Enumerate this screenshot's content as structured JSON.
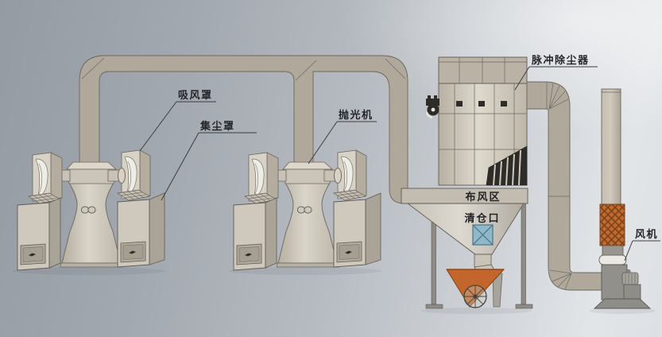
{
  "labels": {
    "suction_hood": "吸风罩",
    "dust_collection_hood": "集尘罩",
    "polishing_machine": "抛光机",
    "pulse_dust_collector": "脉冲除尘器",
    "air_distribution_zone": "布风区",
    "cleanout_port": "清仓口",
    "fan": "风机"
  },
  "colors": {
    "background_left": "#9aa0a8",
    "background_right": "#e8eaed",
    "duct": "#b1a89c",
    "machine_body": "#cfc8bc",
    "machine_highlight": "#eeece6",
    "dark_detail": "#2e2c29",
    "cart_orange": "#c2662c",
    "flex_connector_orange": "#c06a2e",
    "cleanout_blue": "#8fb9ca",
    "fan_gray": "#92908b",
    "outline": "#5f5a52"
  }
}
